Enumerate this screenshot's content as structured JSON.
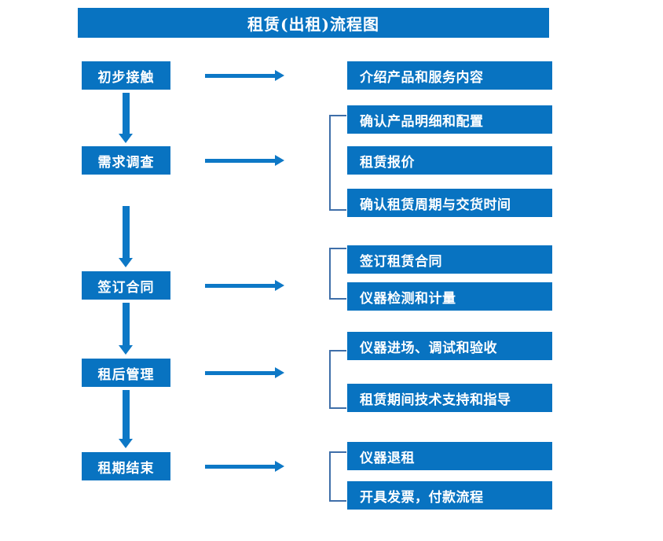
{
  "diagram": {
    "title": "租赁(出租)流程图",
    "colors": {
      "box_blue": "#0873C1",
      "arrow_blue": "#0D78C6",
      "bracket_blue": "#3F6FA9",
      "text_white": "#FFFFFF",
      "background": "#FFFFFF"
    },
    "stages": [
      {
        "label": "初步接触"
      },
      {
        "label": "需求调查"
      },
      {
        "label": "签订合同"
      },
      {
        "label": "租后管理"
      },
      {
        "label": "租期结束"
      }
    ],
    "details": [
      {
        "label": "介绍产品和服务内容"
      },
      {
        "label": "确认产品明细和配置"
      },
      {
        "label": "租赁报价"
      },
      {
        "label": "确认租赁周期与交货时间"
      },
      {
        "label": "签订租赁合同"
      },
      {
        "label": "仪器检测和计量"
      },
      {
        "label": "仪器进场、调试和验收"
      },
      {
        "label": "租赁期间技术支持和指导"
      },
      {
        "label": "仪器退租"
      },
      {
        "label": "开具发票，付款流程"
      }
    ],
    "icons": {
      "down_arrow": "down-arrow-icon",
      "right_arrow": "right-arrow-icon",
      "group_bracket": "group-bracket-icon"
    }
  }
}
